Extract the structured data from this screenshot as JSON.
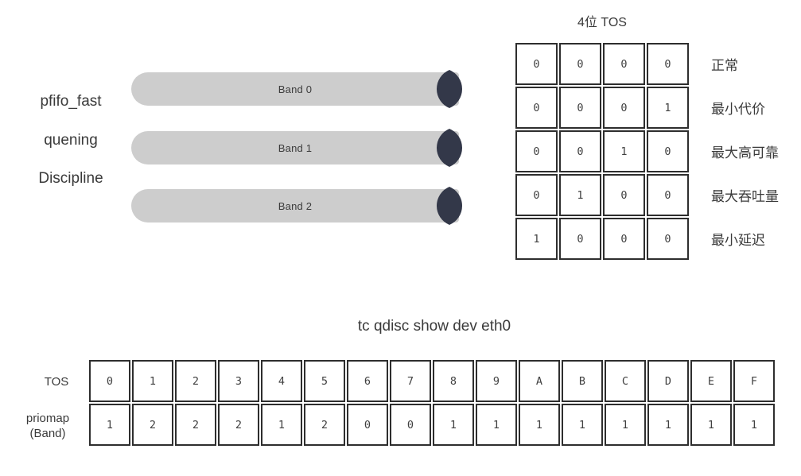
{
  "colors": {
    "border": "#2e2e2e",
    "cell-text": "#404040",
    "label-text": "#3a3a3a",
    "cylinder-body": "#cdcdcd",
    "cylinder-cap": "#333849"
  },
  "diagram": {
    "label_lines": [
      "pfifo_fast",
      "quening",
      "Discipline"
    ],
    "bands": [
      "Band 0",
      "Band 1",
      "Band 2"
    ]
  },
  "tos_table": {
    "title": "4位 TOS",
    "rows": [
      {
        "bits": [
          "0",
          "0",
          "0",
          "0"
        ],
        "label": "正常"
      },
      {
        "bits": [
          "0",
          "0",
          "0",
          "1"
        ],
        "label": "最小代价"
      },
      {
        "bits": [
          "0",
          "0",
          "1",
          "0"
        ],
        "label": "最大高可靠"
      },
      {
        "bits": [
          "0",
          "1",
          "0",
          "0"
        ],
        "label": "最大吞吐量"
      },
      {
        "bits": [
          "1",
          "0",
          "0",
          "0"
        ],
        "label": "最小延迟"
      }
    ]
  },
  "priomap_table": {
    "title": "tc qdisc show dev eth0",
    "row_label_tos": "TOS",
    "row_label_priomap_line1": "priomap",
    "row_label_priomap_line2": "(Band)",
    "tos_values": [
      "0",
      "1",
      "2",
      "3",
      "4",
      "5",
      "6",
      "7",
      "8",
      "9",
      "A",
      "B",
      "C",
      "D",
      "E",
      "F"
    ],
    "priomap_values": [
      "1",
      "2",
      "2",
      "2",
      "1",
      "2",
      "0",
      "0",
      "1",
      "1",
      "1",
      "1",
      "1",
      "1",
      "1",
      "1"
    ]
  }
}
